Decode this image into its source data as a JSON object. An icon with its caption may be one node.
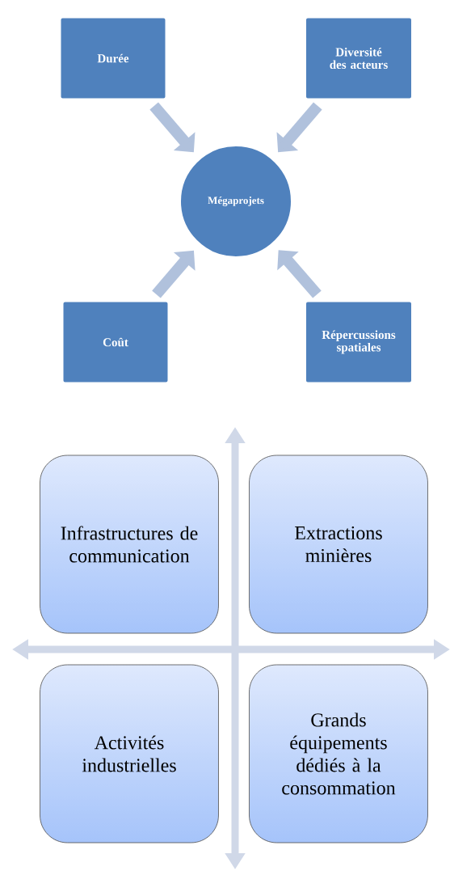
{
  "diagram": {
    "nodes": [
      {
        "text": [
          "Durée"
        ]
      },
      {
        "text": [
          "Diversité des acteurs"
        ]
      },
      {
        "text": [
          "Mégaprojets"
        ]
      },
      {
        "text": [
          "Coût"
        ]
      },
      {
        "text": [
          "Répercussions spatiales"
        ]
      },
      {
        "text": [
          "Infrastructures de communication"
        ]
      },
      {
        "text": [
          "Extractions minières"
        ]
      },
      {
        "text": [
          "Activités industrielles"
        ]
      },
      {
        "text": [
          "Grands équipements dédiés à la consommation"
        ]
      }
    ],
    "edges": [
      {
        "from": 0,
        "to": 2,
        "arrow": "to"
      },
      {
        "from": 1,
        "to": 2,
        "arrow": "to"
      },
      {
        "from": 3,
        "to": 2,
        "arrow": "to"
      },
      {
        "from": 4,
        "to": 2,
        "arrow": "to"
      }
    ]
  }
}
